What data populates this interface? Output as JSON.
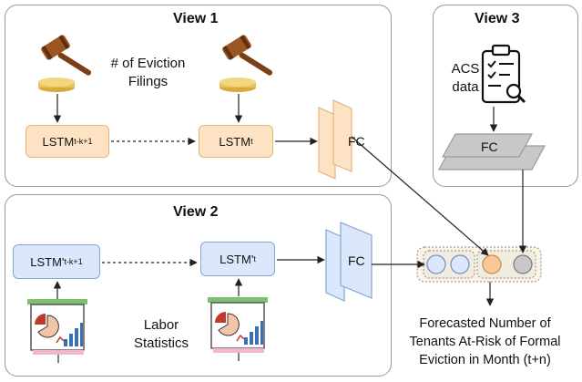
{
  "view1": {
    "title": "View 1",
    "filings_label_line1": "# of Eviction",
    "filings_label_line2": "Filings",
    "lstm_first": {
      "base": "LSTM",
      "sub": "t-k+1"
    },
    "lstm_last": {
      "base": "LSTM",
      "sub": "t"
    },
    "fc_label": "FC"
  },
  "view2": {
    "title": "View 2",
    "stats_label_line1": "Labor",
    "stats_label_line2": "Statistics",
    "lstm_first": {
      "base": "LSTM'",
      "sub": "t-k+1"
    },
    "lstm_last": {
      "base": "LSTM'",
      "sub": "t"
    },
    "fc_label": "FC"
  },
  "view3": {
    "title": "View 3",
    "acs_label_line1": "ACS",
    "acs_label_line2": "data",
    "fc_label": "FC"
  },
  "output": {
    "line1": "Forecasted Number of",
    "line2": "Tenants At-Risk of Formal",
    "line3": "Eviction in Month (t+n)"
  },
  "colors": {
    "orange_fill": "#fde3c4",
    "orange_border": "#e8b27a",
    "blue_fill": "#dbe8fb",
    "blue_border": "#86a6d6",
    "gray_fill": "#c8c8c8",
    "gavel_brown": "#8a4a1c",
    "coin_gold": "#e8c15a",
    "concat_fill": "#fbf3e4"
  },
  "icons": [
    "gavel-icon",
    "clipboard-search-icon",
    "presentation-chart-icon"
  ]
}
